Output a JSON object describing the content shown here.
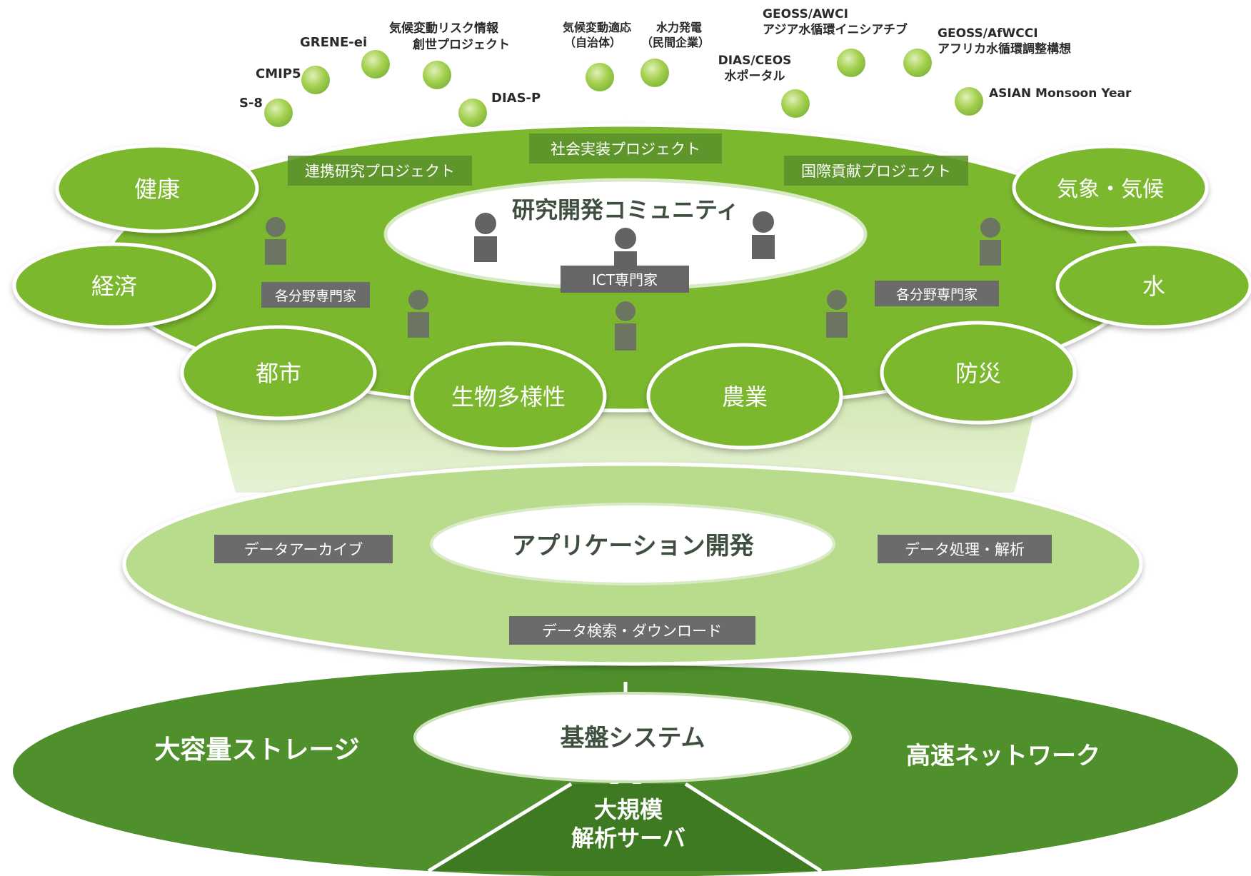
{
  "colors": {
    "community_green": "#7cb82f",
    "app_green": "#b9db8a",
    "base_green": "#4a8a2a",
    "box_gray": "#6b6b6b",
    "person_gray": "#666666",
    "bubble_green": "#9fcc4a"
  },
  "community": {
    "title": "研究開発コミュニティ",
    "ict_label": "ICT専門家",
    "experts_left": "各分野専門家",
    "experts_right": "各分野専門家",
    "projects": {
      "collab": "連携研究プロジェクト",
      "social": "社会実装プロジェクト",
      "intl": "国際貢献プロジェクト"
    },
    "domains": {
      "health": "健康",
      "economy": "経済",
      "city": "都市",
      "biodiversity": "生物多様性",
      "agriculture": "農業",
      "disaster": "防災",
      "water": "水",
      "climate": "気象・気候"
    }
  },
  "bubbles": {
    "s8": "S-8",
    "cmip5": "CMIP5",
    "greneei": "GRENE-ei",
    "kikou_l1": "気候変動リスク情報",
    "kikou_l2": "創世プロジェクト",
    "diasp": "DIAS-P",
    "local_l1": "気候変動適応",
    "local_l2": "（自治体）",
    "hydro_l1": "水力発電",
    "hydro_l2": "（民間企業）",
    "ceos_l1": "DIAS/CEOS",
    "ceos_l2": "水ポータル",
    "awci_l1": "GEOSS/AWCI",
    "awci_l2": "アジア水循環イニシアチブ",
    "afwcci_l1": "GEOSS/AfWCCI",
    "afwcci_l2": "アフリカ水循環調整構想",
    "monsoon": "ASIAN Monsoon Year"
  },
  "application": {
    "title": "アプリケーション開発",
    "archive": "データアーカイブ",
    "processing": "データ処理・解析",
    "search": "データ検索・ダウンロード"
  },
  "base": {
    "title": "基盤システム",
    "storage": "大容量ストレージ",
    "network": "高速ネットワーク",
    "server_l1": "大規模",
    "server_l2": "解析サーバ"
  }
}
